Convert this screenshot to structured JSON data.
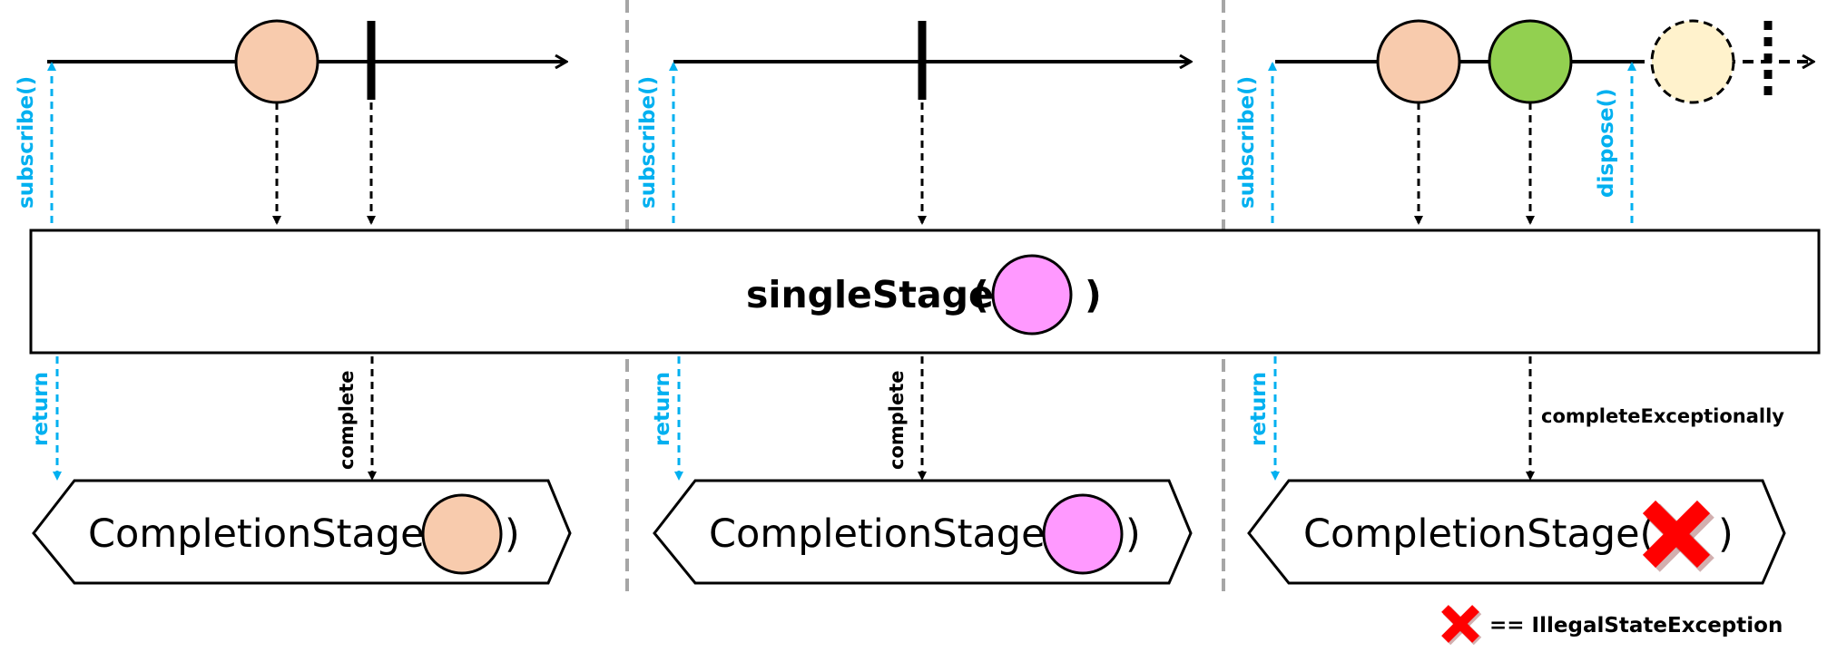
{
  "operator": {
    "name": "singleStage",
    "open_paren": "(",
    "close_paren": ")",
    "default_item_color": "#ff99ff"
  },
  "panels": [
    {
      "input_items": [
        {
          "color": "#f8cbad",
          "kind": "item"
        }
      ],
      "terminal": "complete",
      "subscribe_label": "subscribe()",
      "return_label": "return",
      "result_label": "complete",
      "stage_text": "CompletionStage(",
      "stage_close": ")",
      "stage_value": {
        "kind": "item",
        "color": "#f8cbad"
      }
    },
    {
      "input_items": [],
      "terminal": "complete",
      "subscribe_label": "subscribe()",
      "return_label": "return",
      "result_label": "complete",
      "stage_text": "CompletionStage(",
      "stage_close": ")",
      "stage_value": {
        "kind": "item",
        "color": "#ff99ff"
      }
    },
    {
      "input_items": [
        {
          "color": "#f8cbad",
          "kind": "item"
        },
        {
          "color": "#92d050",
          "kind": "item"
        },
        {
          "color": "#fff2cc",
          "kind": "cancelled-item"
        }
      ],
      "terminal": "dispose",
      "subscribe_label": "subscribe()",
      "dispose_label": "dispose()",
      "return_label": "return",
      "result_label": "completeExceptionally",
      "stage_text": "CompletionStage(",
      "stage_close": ")",
      "stage_value": {
        "kind": "error",
        "color": "#ff0000"
      }
    }
  ],
  "legend": {
    "text": "== IllegalStateException",
    "error_color": "#ff0000"
  },
  "colors": {
    "line": "#000000",
    "subscribe_arrow": "#00b0f0",
    "divider": "#a6a6a6"
  }
}
